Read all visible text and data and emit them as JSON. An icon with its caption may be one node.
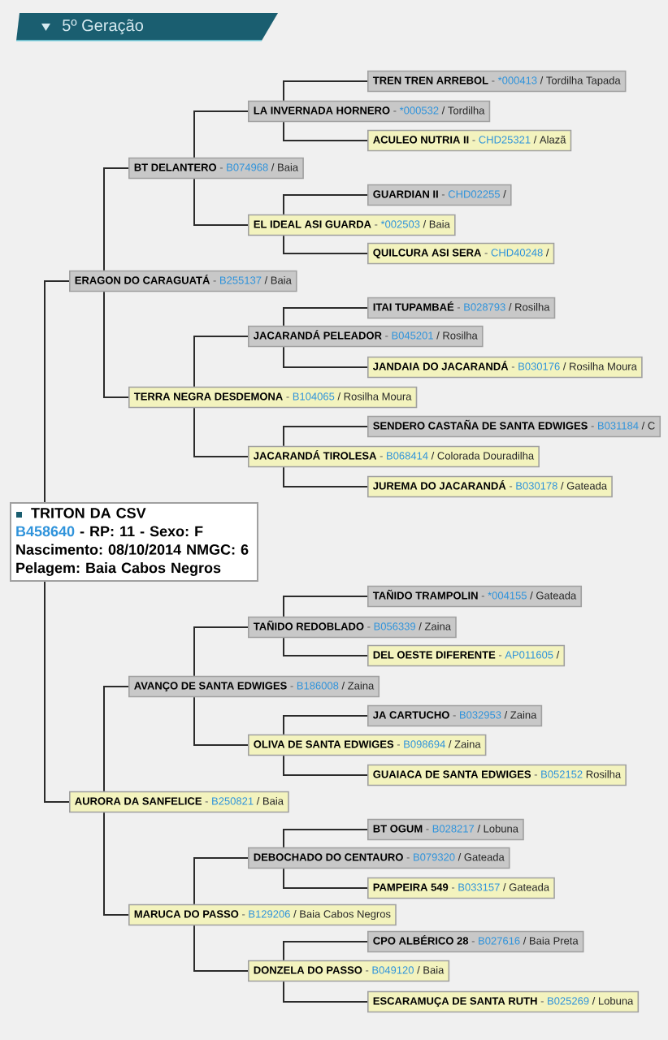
{
  "diagram": {
    "title": "5º Geração",
    "nodes": [
      {
        "text": [
          "TREN TREN ARREBOL",
          "-",
          "*000413",
          "/ Tordilha Tapada"
        ]
      },
      {
        "text": [
          "LA INVERNADA HORNERO",
          "-",
          "*000532",
          "/ Tordilha"
        ]
      },
      {
        "text": [
          "ACULEO NUTRIA II",
          "-",
          "CHD25321",
          "/ Alazã"
        ]
      },
      {
        "text": [
          "BT DELANTERO",
          "-",
          "B074968",
          "/ Baia"
        ]
      },
      {
        "text": [
          "GUARDIAN II",
          "-",
          "CHD02255",
          "/"
        ]
      },
      {
        "text": [
          "EL IDEAL ASI GUARDA",
          "-",
          "*002503",
          "/ Baia"
        ]
      },
      {
        "text": [
          "QUILCURA ASI SERA",
          "-",
          "CHD40248",
          "/"
        ]
      },
      {
        "text": [
          "ERAGON DO CARAGUATÁ",
          "-",
          "B255137",
          "/ Baia"
        ]
      },
      {
        "text": [
          "ITAI TUPAMBAÉ",
          "-",
          "B028793",
          "/ Rosilha"
        ]
      },
      {
        "text": [
          "JACARANDÁ PELEADOR",
          "-",
          "B045201",
          "/ Rosilha"
        ]
      },
      {
        "text": [
          "JANDAIA DO JACARANDÁ",
          "-",
          "B030176",
          "/ Rosilha Moura"
        ]
      },
      {
        "text": [
          "TERRA NEGRA DESDEMONA",
          "-",
          "B104065",
          "/ Rosilha Moura"
        ]
      },
      {
        "text": [
          "SENDERO CASTAÑA DE SANTA EDWIGES",
          "-",
          "B031184",
          "/ C"
        ]
      },
      {
        "text": [
          "JACARANDÁ TIROLESA",
          "-",
          "B068414",
          "/ Colorada Douradilha"
        ]
      },
      {
        "text": [
          "JUREMA DO JACARANDÁ",
          "-",
          "B030178",
          "/ Gateada"
        ]
      },
      {
        "text": [
          "TRITON DA CSV",
          "B458640",
          "- RP: 11 - Sexo: F",
          "Nascimento: 08/10/2014 NMGC: 6",
          "Pelagem: Baia Cabos Negros"
        ]
      },
      {
        "text": [
          "TAÑIDO TRAMPOLIN",
          "-",
          "*004155",
          "/ Gateada"
        ]
      },
      {
        "text": [
          "TAÑIDO REDOBLADO",
          "-",
          "B056339",
          "/ Zaina"
        ]
      },
      {
        "text": [
          "DEL OESTE DIFERENTE",
          "-",
          "AP011605",
          "/"
        ]
      },
      {
        "text": [
          "AVANÇO DE SANTA EDWIGES",
          "-",
          "B186008",
          "/ Zaina"
        ]
      },
      {
        "text": [
          "JA CARTUCHO",
          "-",
          "B032953",
          "/ Zaina"
        ]
      },
      {
        "text": [
          "OLIVA DE SANTA EDWIGES",
          "-",
          "B098694",
          "/ Zaina"
        ]
      },
      {
        "text": [
          "GUAIACA DE SANTA EDWIGES",
          "-",
          "B052152",
          "Rosilha"
        ]
      },
      {
        "text": [
          "AURORA DA SANFELICE",
          "-",
          "B250821",
          "/ Baia"
        ]
      },
      {
        "text": [
          "BT OGUM",
          "-",
          "B028217",
          "/ Lobuna"
        ]
      },
      {
        "text": [
          "DEBOCHADO DO CENTAURO",
          "-",
          "B079320",
          "/ Gateada"
        ]
      },
      {
        "text": [
          "PAMPEIRA 549",
          "-",
          "B033157",
          "/ Gateada"
        ]
      },
      {
        "text": [
          "MARUCA DO PASSO",
          "-",
          "B129206",
          "/ Baia Cabos Negros"
        ]
      },
      {
        "text": [
          "CPO ALBÉRICO 28",
          "-",
          "B027616",
          "/ Baia Preta"
        ]
      },
      {
        "text": [
          "DONZELA DO PASSO",
          "-",
          "B049120",
          "/ Baia"
        ]
      },
      {
        "text": [
          "ESCARAMUÇA DE SANTA RUTH",
          "-",
          "B025269",
          "/ Lobuna"
        ]
      }
    ],
    "edges": [
      {
        "from": 15,
        "to": 7,
        "arrow": "none"
      },
      {
        "from": 15,
        "to": 23,
        "arrow": "none"
      },
      {
        "from": 7,
        "to": 3,
        "arrow": "none"
      },
      {
        "from": 7,
        "to": 11,
        "arrow": "none"
      },
      {
        "from": 3,
        "to": 1,
        "arrow": "none"
      },
      {
        "from": 3,
        "to": 5,
        "arrow": "none"
      },
      {
        "from": 1,
        "to": 0,
        "arrow": "none"
      },
      {
        "from": 1,
        "to": 2,
        "arrow": "none"
      },
      {
        "from": 5,
        "to": 4,
        "arrow": "none"
      },
      {
        "from": 5,
        "to": 6,
        "arrow": "none"
      },
      {
        "from": 11,
        "to": 9,
        "arrow": "none"
      },
      {
        "from": 11,
        "to": 13,
        "arrow": "none"
      },
      {
        "from": 9,
        "to": 8,
        "arrow": "none"
      },
      {
        "from": 9,
        "to": 10,
        "arrow": "none"
      },
      {
        "from": 13,
        "to": 12,
        "arrow": "none"
      },
      {
        "from": 13,
        "to": 14,
        "arrow": "none"
      },
      {
        "from": 23,
        "to": 19,
        "arrow": "none"
      },
      {
        "from": 23,
        "to": 27,
        "arrow": "none"
      },
      {
        "from": 19,
        "to": 17,
        "arrow": "none"
      },
      {
        "from": 19,
        "to": 21,
        "arrow": "none"
      },
      {
        "from": 17,
        "to": 16,
        "arrow": "none"
      },
      {
        "from": 17,
        "to": 18,
        "arrow": "none"
      },
      {
        "from": 21,
        "to": 20,
        "arrow": "none"
      },
      {
        "from": 21,
        "to": 22,
        "arrow": "none"
      },
      {
        "from": 27,
        "to": 25,
        "arrow": "none"
      },
      {
        "from": 27,
        "to": 29,
        "arrow": "none"
      },
      {
        "from": 25,
        "to": 24,
        "arrow": "none"
      },
      {
        "from": 25,
        "to": 26,
        "arrow": "none"
      },
      {
        "from": 29,
        "to": 28,
        "arrow": "none"
      },
      {
        "from": 29,
        "to": 30,
        "arrow": "none"
      }
    ]
  }
}
